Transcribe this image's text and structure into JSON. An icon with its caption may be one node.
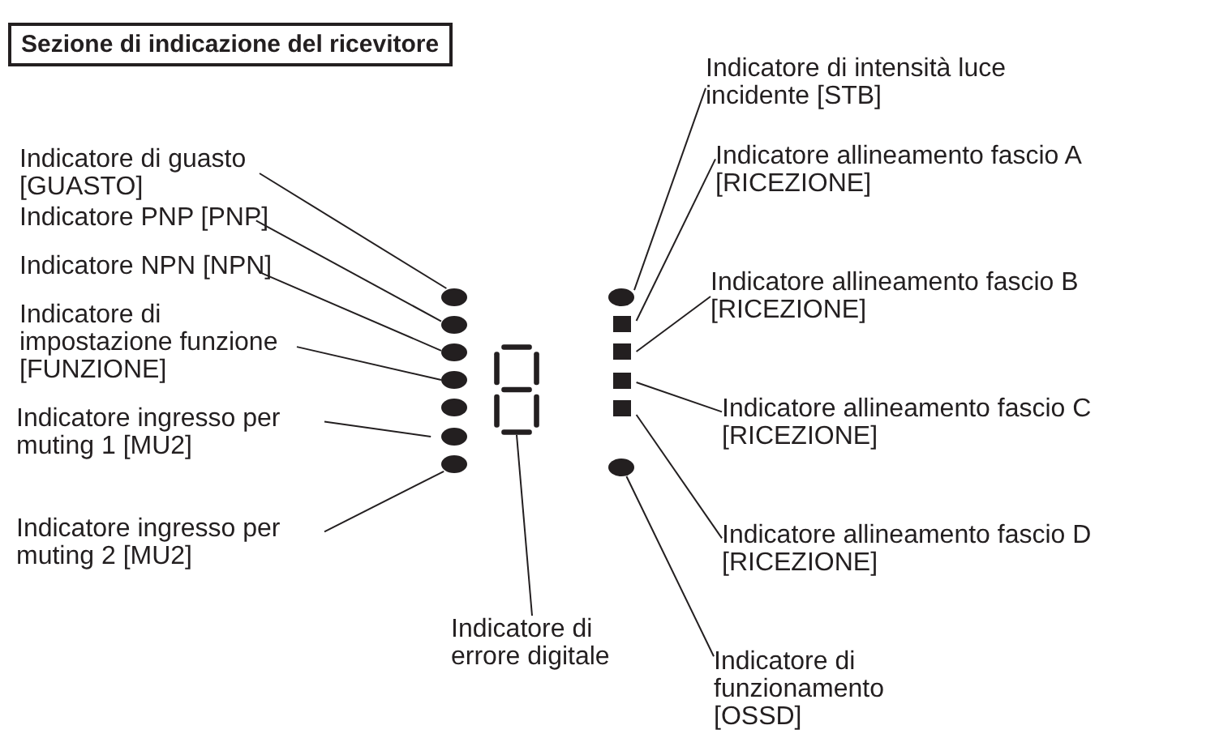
{
  "diagram": {
    "title": "Sezione di indicazione del ricevitore",
    "nodes": [
      {
        "text": [
          "Indicatore di guasto [GUASTO]"
        ]
      },
      {
        "text": [
          "Indicatore PNP [PNP]"
        ]
      },
      {
        "text": [
          "Indicatore NPN [NPN]"
        ]
      },
      {
        "text": [
          "Indicatore di impostazione funzione [FUNZIONE]"
        ]
      },
      {
        "text": [
          "Indicatore ingresso per muting 1 [MU2]"
        ]
      },
      {
        "text": [
          "Indicatore ingresso per muting 2 [MU2]"
        ]
      },
      {
        "text": [
          "Indicatore di errore digitale"
        ]
      },
      {
        "text": [
          "Indicatore di intensità luce incidente [STB]"
        ]
      },
      {
        "text": [
          "Indicatore allineamento fascio A [RICEZIONE]"
        ]
      },
      {
        "text": [
          "Indicatore allineamento fascio B [RICEZIONE]"
        ]
      },
      {
        "text": [
          "Indicatore allineamento fascio C [RICEZIONE]"
        ]
      },
      {
        "text": [
          "Indicatore allineamento fascio D [RICEZIONE]"
        ]
      },
      {
        "text": [
          "Indicatore di funzionamento [OSSD]"
        ]
      },
      {
        "text": [],
        "shape": "circle"
      },
      {
        "text": [],
        "shape": "circle"
      },
      {
        "text": [],
        "shape": "circle"
      },
      {
        "text": [],
        "shape": "circle"
      },
      {
        "text": [],
        "shape": "circle"
      },
      {
        "text": [],
        "shape": "circle"
      },
      {
        "text": [],
        "shape": "circle"
      },
      {
        "text": [],
        "shape": "picture"
      },
      {
        "text": [],
        "shape": "circle"
      },
      {
        "text": [],
        "shape": "box"
      },
      {
        "text": [],
        "shape": "box"
      },
      {
        "text": [],
        "shape": "box"
      },
      {
        "text": [],
        "shape": "box"
      },
      {
        "text": [],
        "shape": "circle"
      }
    ],
    "edges": [
      {
        "from": 0,
        "to": 13,
        "arrow": "none"
      },
      {
        "from": 1,
        "to": 14,
        "arrow": "none"
      },
      {
        "from": 2,
        "to": 15,
        "arrow": "none"
      },
      {
        "from": 3,
        "to": 16,
        "arrow": "none"
      },
      {
        "from": 4,
        "to": 18,
        "arrow": "none"
      },
      {
        "from": 5,
        "to": 19,
        "arrow": "none"
      },
      {
        "from": 6,
        "to": 20,
        "arrow": "none"
      },
      {
        "from": 7,
        "to": 21,
        "arrow": "none"
      },
      {
        "from": 8,
        "to": 22,
        "arrow": "none"
      },
      {
        "from": 9,
        "to": 23,
        "arrow": "none"
      },
      {
        "from": 10,
        "to": 24,
        "arrow": "none"
      },
      {
        "from": 11,
        "to": 25,
        "arrow": "none"
      },
      {
        "from": 12,
        "to": 26,
        "arrow": "none"
      }
    ]
  }
}
